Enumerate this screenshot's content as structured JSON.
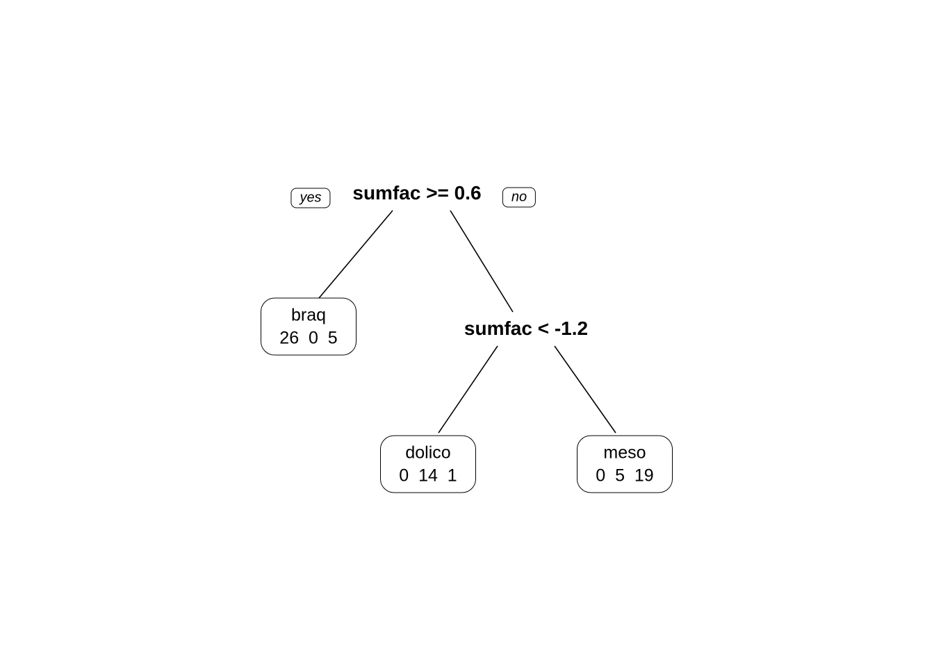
{
  "tree": {
    "root": {
      "condition": "sumfac >= 0.6",
      "yes_label": "yes",
      "no_label": "no"
    },
    "internal": {
      "condition": "sumfac < -1.2"
    },
    "leaves": [
      {
        "label": "braq",
        "counts": "26  0  5"
      },
      {
        "label": "dolico",
        "counts": "0  14  1"
      },
      {
        "label": "meso",
        "counts": "0  5  19"
      }
    ]
  }
}
